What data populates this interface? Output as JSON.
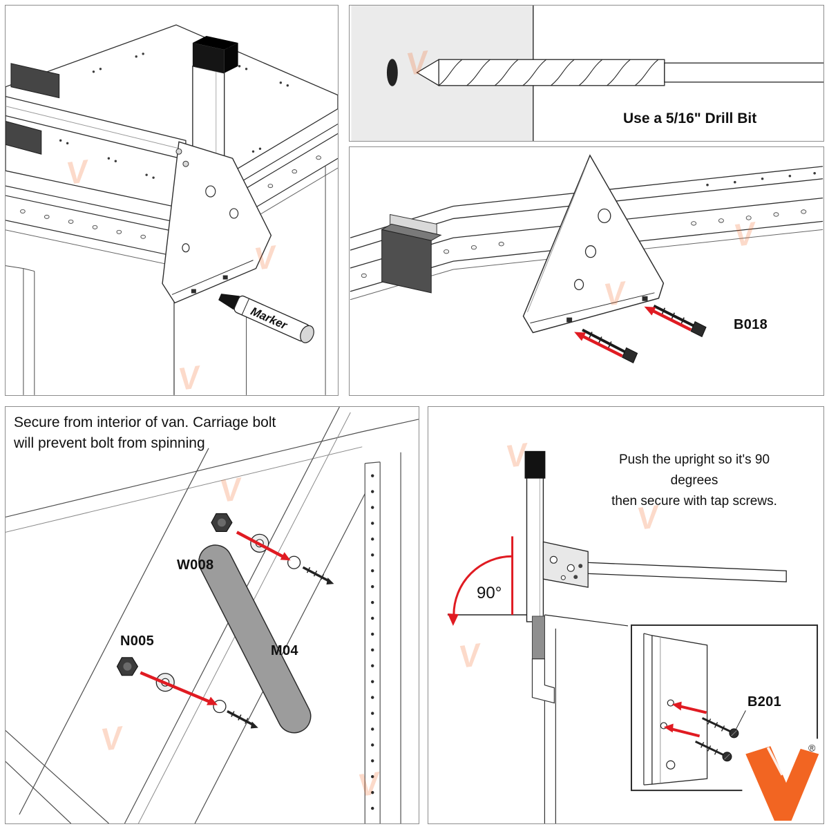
{
  "colors": {
    "arrow_red": "#e01b22",
    "logo_orange": "#f26522",
    "line_black": "#2d2d2d",
    "watermark_orange": "rgba(242,101,34,0.24)"
  },
  "panel_mark": {
    "marker_label": "Marker"
  },
  "panel_drill": {
    "caption": "Use a 5/16\" Drill Bit"
  },
  "panel_bolt": {
    "part_label": "B018"
  },
  "panel_interior": {
    "instruction_line1": "Secure from interior of van. Carriage bolt",
    "instruction_line2": "will prevent bolt from spinning",
    "washer_label": "W008",
    "nut_label": "N005",
    "plate_label": "M04"
  },
  "panel_upright": {
    "instruction_line1": "Push the upright so it's 90 degrees",
    "instruction_line2": "then secure with tap screws.",
    "angle_label": "90°",
    "screw_label": "B201"
  },
  "logo": {
    "letter": "V",
    "registered": "®"
  },
  "watermark": {
    "letter": "V"
  }
}
